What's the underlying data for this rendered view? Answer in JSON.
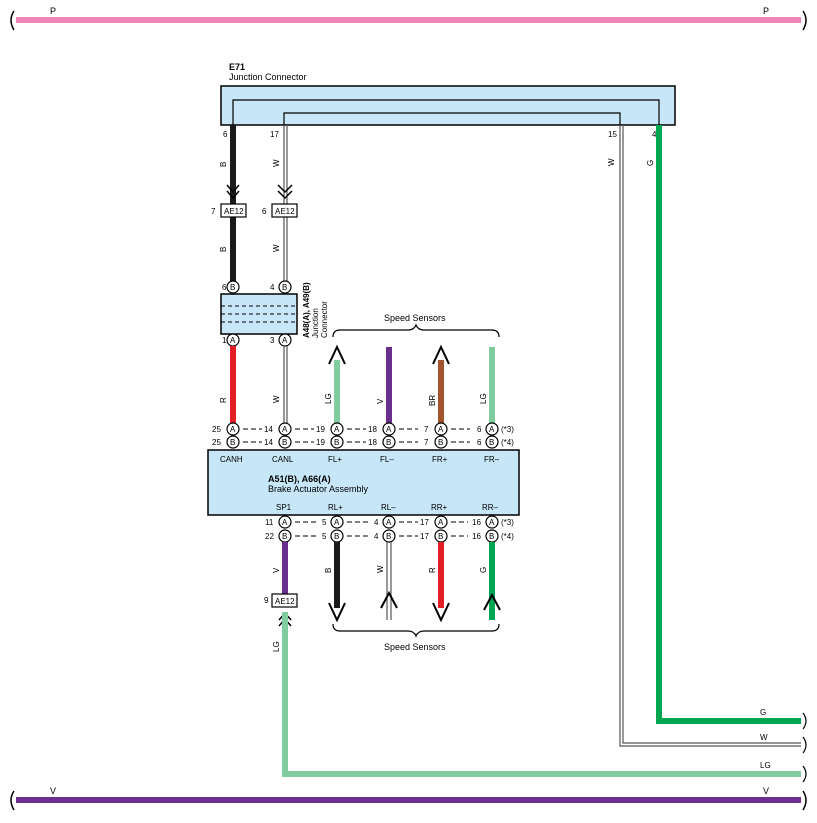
{
  "colors": {
    "P": "#ee86b7",
    "V": "#6a2e8e",
    "B": "#1a1a1a",
    "R": "#e21f26",
    "G": "#00a651",
    "LG": "#80cc9f",
    "BR": "#a0552e",
    "W": "#ffffff",
    "box": "#c7e6f7"
  },
  "bus": {
    "top_left_label": "P",
    "top_right_label": "P",
    "bottom_left_label": "V",
    "bottom_right_label": "V"
  },
  "e71": {
    "code": "E71",
    "name": "Junction Connector",
    "pins": {
      "p6": "6",
      "p17": "17",
      "p15": "15",
      "p4": "4"
    }
  },
  "ae12_pins": {
    "upper_b": "7",
    "upper_w": "6",
    "lower_v": "9"
  },
  "ae12_label": "AE12",
  "a48": {
    "code": "A48(A), A49(B)",
    "line1": "Junction",
    "line2": "Connector",
    "pin_top_b": "6",
    "pin_top_w": "4",
    "pin_bot_r": "1",
    "pin_bot_w": "3"
  },
  "wire_labels": {
    "b1": "B",
    "w1": "W",
    "b2": "B",
    "w2": "W",
    "r": "R",
    "w3": "W",
    "lg_fl": "LG",
    "v_fl": "V",
    "br_fr": "BR",
    "lg_fr": "LG",
    "w15": "W",
    "g4": "G",
    "v_sp1": "V",
    "b_rl": "B",
    "w_rl": "W",
    "r_rr": "R",
    "g_rr": "G",
    "lg_bottom": "LG"
  },
  "right_labels": {
    "g": "G",
    "w": "W",
    "lg": "LG"
  },
  "connector_letters": {
    "A": "A",
    "B": "B"
  },
  "speed_sensors_top": "Speed Sensors",
  "speed_sensors_bottom": "Speed Sensors",
  "actuator": {
    "code": "A51(B), A66(A)",
    "name": "Brake Actuator Assembly",
    "top_terminals": [
      "CANH",
      "CANL",
      "FL+",
      "FL–",
      "FR+",
      "FR–"
    ],
    "bottom_terminals": [
      "SP1",
      "RL+",
      "RL–",
      "RR+",
      "RR–"
    ],
    "top_row_A": [
      "25",
      "14",
      "19",
      "18",
      "7",
      "6"
    ],
    "top_row_B": [
      "25",
      "14",
      "19",
      "18",
      "7",
      "6"
    ],
    "bot_row_A": [
      "11",
      "5",
      "4",
      "17",
      "16"
    ],
    "bot_row_B": [
      "22",
      "5",
      "4",
      "17",
      "16"
    ],
    "note_A": "(*3)",
    "note_B": "(*4)"
  },
  "icons": {
    "arrow_up": "arrow-up-icon",
    "arrow_down": "arrow-down-icon",
    "double_chevron": "double-chevron-icon",
    "bracket": "curly-bracket-icon"
  }
}
